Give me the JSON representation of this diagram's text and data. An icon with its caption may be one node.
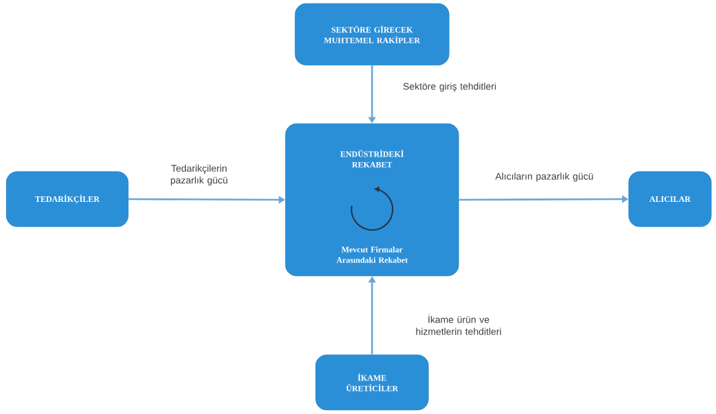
{
  "diagram": {
    "nodes": [
      {
        "text": [
          "SEKTÖRE GİRECEK MUHTEMEL RAKİPLER"
        ]
      },
      {
        "text": [
          "TEDARİKÇİLER"
        ]
      },
      {
        "text": [
          "ENDÜSTRİDEKİ REKABET",
          "Mevcut Firmalar Arasındaki Rekabet"
        ]
      },
      {
        "text": [
          "ALICILAR"
        ]
      },
      {
        "text": [
          "İKAME ÜRETİCİLER"
        ]
      }
    ],
    "edges": [
      {
        "from": 0,
        "to": 2,
        "arrow": "to",
        "label": "Sektöre giriş tehditleri"
      },
      {
        "from": 1,
        "to": 2,
        "arrow": "to",
        "label": "Tedarikçilerin pazarlık gücü"
      },
      {
        "from": 2,
        "to": 3,
        "arrow": "to",
        "label": "Alıcıların pazarlık gücü"
      },
      {
        "from": 4,
        "to": 2,
        "arrow": "to",
        "label": "İkame ürün ve hizmetlerin tehditleri"
      }
    ]
  }
}
